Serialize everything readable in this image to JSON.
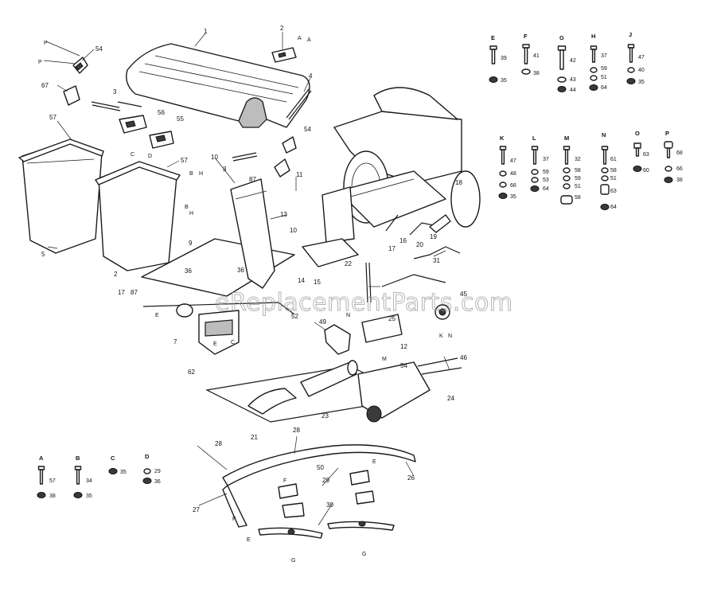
{
  "watermark": "eReplacementParts.com",
  "callouts": {
    "c1": "1",
    "c2": "2",
    "c3": "3",
    "c4": "4",
    "c5": "5",
    "c7": "7",
    "c8": "8",
    "c9": "9",
    "c10": "10",
    "c11": "11",
    "c12": "12",
    "c13": "13",
    "c14": "14",
    "c15": "15",
    "c16": "16",
    "c17": "17",
    "c18": "18",
    "c19": "19",
    "c20": "20",
    "c21": "21",
    "c22": "22",
    "c23": "23",
    "c24": "24",
    "c25": "25",
    "c26": "26",
    "c27": "27",
    "c28": "28",
    "c29": "29",
    "c30": "30",
    "c31": "31",
    "c36": "36",
    "c45": "45",
    "c46": "46",
    "c49": "49",
    "c50": "50",
    "c52": "52",
    "c54": "54",
    "c55": "55",
    "c56": "56",
    "c57": "57",
    "c62": "62",
    "c67": "67",
    "c87": "87"
  },
  "refs": {
    "A": "A",
    "B": "B",
    "C": "C",
    "D": "D",
    "E": "E",
    "F": "F",
    "G": "G",
    "H": "H",
    "N": "N",
    "P": "P",
    "M": "M",
    "K": "K"
  },
  "hardware_groups": [
    {
      "letter": "E",
      "numbers": [
        "39",
        "35"
      ]
    },
    {
      "letter": "F",
      "numbers": [
        "41",
        "38"
      ]
    },
    {
      "letter": "G",
      "numbers": [
        "42",
        "43",
        "44"
      ]
    },
    {
      "letter": "H",
      "numbers": [
        "37",
        "59",
        "51",
        "64"
      ]
    },
    {
      "letter": "J",
      "numbers": [
        "47",
        "40",
        "35"
      ]
    },
    {
      "letter": "K",
      "numbers": [
        "47",
        "48",
        "66",
        "35"
      ]
    },
    {
      "letter": "L",
      "numbers": [
        "37",
        "59",
        "53",
        "64"
      ]
    },
    {
      "letter": "M",
      "numbers": [
        "32",
        "58",
        "59",
        "51",
        "58"
      ]
    },
    {
      "letter": "N",
      "numbers": [
        "61",
        "58",
        "51",
        "63",
        "64"
      ]
    },
    {
      "letter": "O",
      "numbers": [
        "63",
        "60"
      ]
    },
    {
      "letter": "P",
      "numbers": [
        "68",
        "66",
        "38"
      ]
    },
    {
      "letter": "A",
      "numbers": [
        "57",
        "38"
      ]
    },
    {
      "letter": "B",
      "numbers": [
        "34",
        "35"
      ]
    },
    {
      "letter": "C",
      "numbers": [
        "35"
      ]
    },
    {
      "letter": "D",
      "numbers": [
        "29",
        "36"
      ]
    }
  ]
}
